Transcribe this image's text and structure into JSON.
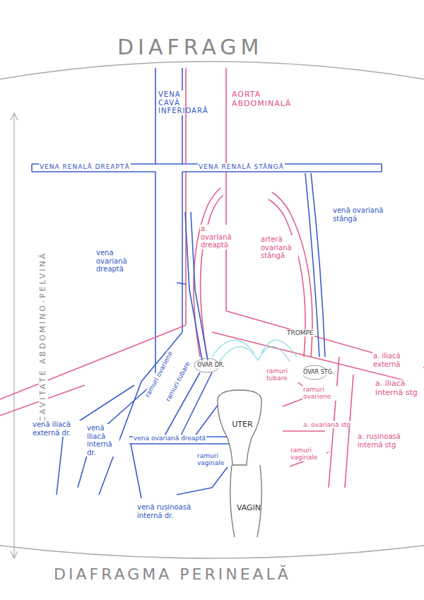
{
  "diagram": {
    "nodes": [
      {
        "text": [
          "UTER"
        ]
      },
      {
        "text": [
          "VAGIN"
        ]
      }
    ],
    "labels": [
      "DIAFRAGM",
      "DIAFRAGMA PERINEALĂ",
      "CAVITATE ABDOMINO-PELVINĂ",
      "VENA CAVĂ INFERIOARĂ",
      "AORTA ABDOMINALĂ",
      "VENA RENALĂ DREAPTĂ",
      "VENA RENALĂ STÂNGĂ",
      "a. ovariană dreaptă",
      "arteră ovariană stângă",
      "venă ovariană stângă",
      "vena ovariană dreaptă",
      "TROMPE",
      "OVAR DR.",
      "OVAR STG.",
      "ramuri ovariene",
      "ramuri tubare",
      "ramuri tubare",
      "ramuri ovariene",
      "a. iliacă externă",
      "a. iliacă internă stg",
      "a. ovariană stg",
      "ramuri vaginale",
      "a. rușinoasă internă stg",
      "venă iliacă externă dr.",
      "venă iliacă internă dr.",
      "vena ovariană dreaptă",
      "ramuri vaginale",
      "venă rușinoasă internă dr."
    ]
  }
}
